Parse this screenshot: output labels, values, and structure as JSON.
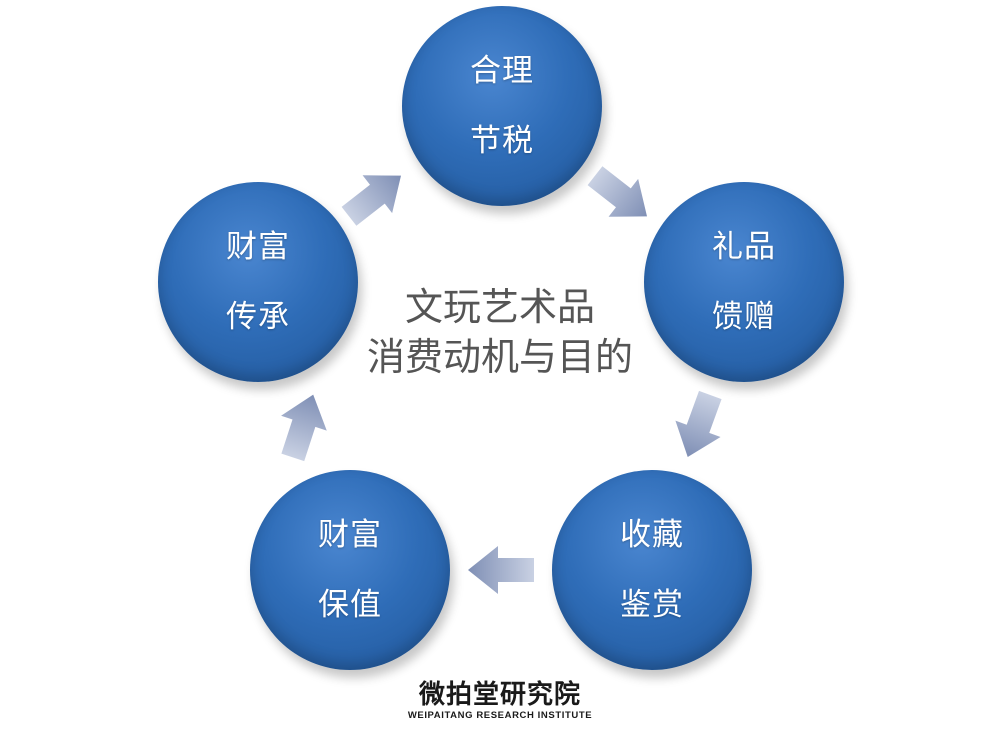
{
  "nodes": {
    "tax": {
      "line1": "合理",
      "line2": "节税"
    },
    "gift": {
      "line1": "礼品",
      "line2": "馈赠"
    },
    "collect": {
      "line1": "收藏",
      "line2": "鉴赏"
    },
    "preserve": {
      "line1": "财富",
      "line2": "保值"
    },
    "inherit": {
      "line1": "财富",
      "line2": "传承"
    }
  },
  "center": {
    "line1": "文玩艺术品",
    "line2": "消费动机与目的"
  },
  "logo": {
    "cn": "微拍堂研究院",
    "en": "WEIPAITANG RESEARCH INSTITUTE"
  },
  "colors": {
    "node": "#2f6db8",
    "arrow": "#8f9dbf",
    "center_text": "#555555"
  }
}
